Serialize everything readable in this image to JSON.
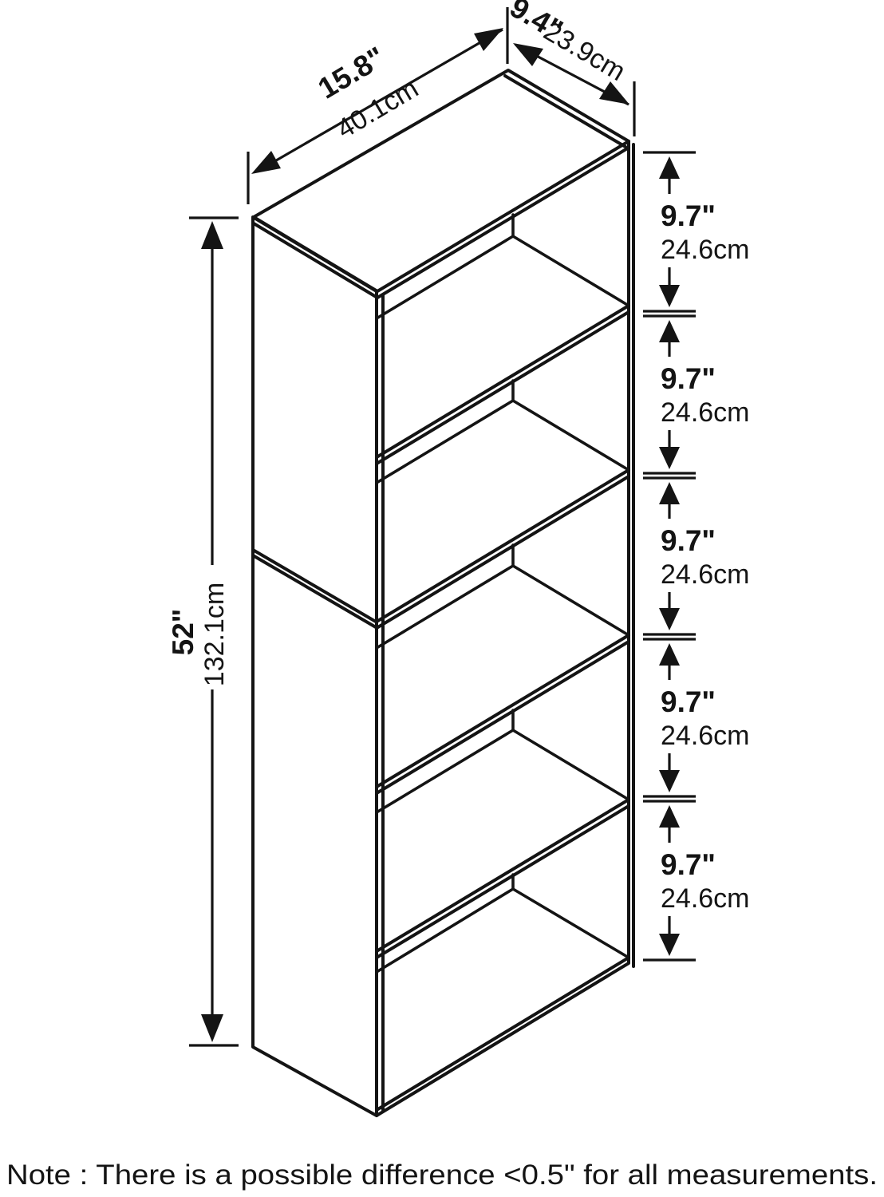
{
  "diagram": {
    "type": "furniture-dimension-drawing",
    "subject": "5-tier open bookshelf",
    "colors": {
      "line": "#141414",
      "background": "#ffffff"
    },
    "dimensions": {
      "width": {
        "inches": "15.8\"",
        "cm": "40.1cm"
      },
      "depth": {
        "inches": "9.4\"",
        "cm": "23.9cm"
      },
      "height": {
        "inches": "52\"",
        "cm": "132.1cm"
      },
      "sections": [
        {
          "inches": "9.7\"",
          "cm": "24.6cm"
        },
        {
          "inches": "9.7\"",
          "cm": "24.6cm"
        },
        {
          "inches": "9.7\"",
          "cm": "24.6cm"
        },
        {
          "inches": "9.7\"",
          "cm": "24.6cm"
        },
        {
          "inches": "9.7\"",
          "cm": "24.6cm"
        }
      ]
    },
    "note": "Note : There is a possible difference <0.5\" for all measurements."
  }
}
